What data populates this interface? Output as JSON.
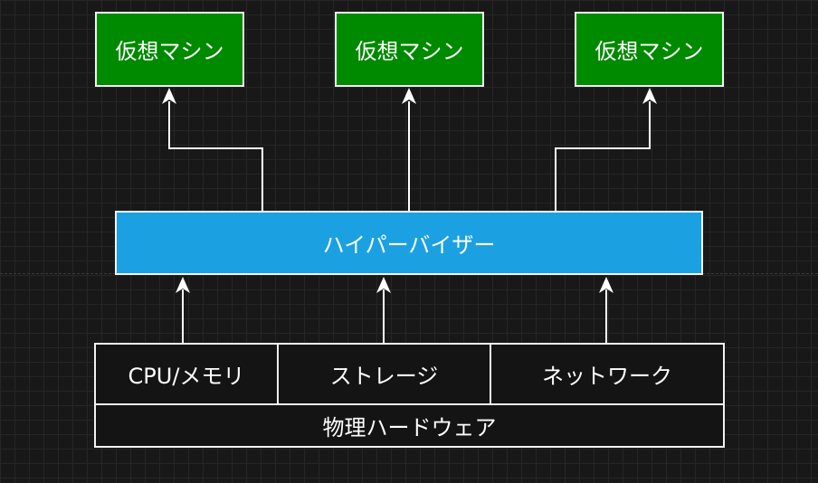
{
  "diagram": {
    "virtual_machines": [
      {
        "label": "仮想マシン"
      },
      {
        "label": "仮想マシン"
      },
      {
        "label": "仮想マシン"
      }
    ],
    "hypervisor": {
      "label": "ハイパーバイザー"
    },
    "hardware_components": [
      {
        "label": "CPU/メモリ"
      },
      {
        "label": "ストレージ"
      },
      {
        "label": "ネットワーク"
      }
    ],
    "physical_hardware": {
      "label": "物理ハードウェア"
    }
  },
  "colors": {
    "background": "#181818",
    "vm_fill": "#008a00",
    "hypervisor_fill": "#1ba1e2",
    "border": "#f2f2f2",
    "arrow": "#ffffff"
  }
}
